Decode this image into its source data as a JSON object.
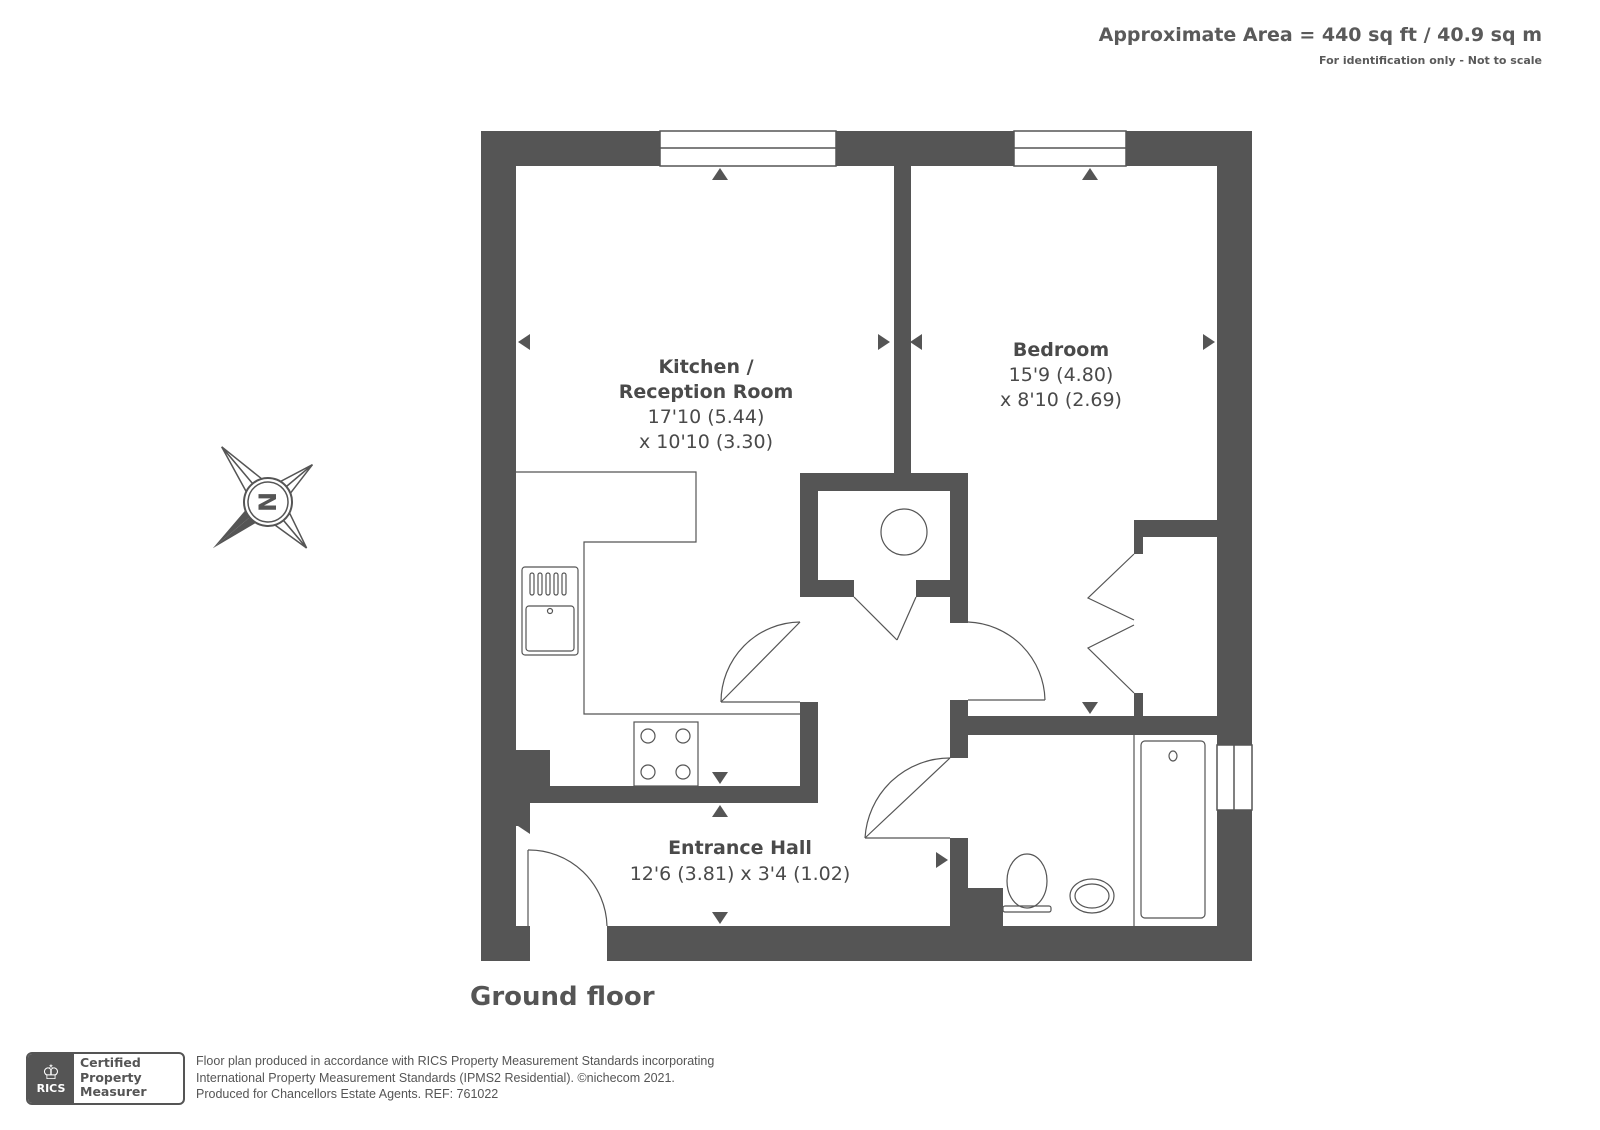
{
  "header": {
    "area": "Approximate Area = 440 sq ft / 40.9 sq m",
    "note": "For identification only - Not to scale"
  },
  "rooms": {
    "kitchen": {
      "name_line1": "Kitchen /",
      "name_line2": "Reception Room",
      "dim_line1": "17'10 (5.44)",
      "dim_line2": "x 10'10 (3.30)"
    },
    "bedroom": {
      "name": "Bedroom",
      "dim_line1": "15'9 (4.80)",
      "dim_line2": "x 8'10 (2.69)"
    },
    "hall": {
      "name": "Entrance Hall",
      "dims": "12'6 (3.81) x 3'4 (1.02)"
    }
  },
  "compass": {
    "letter": "N",
    "icon": "compass-rose-icon"
  },
  "floor": {
    "label": "Ground floor"
  },
  "badge": {
    "logo": "RICS",
    "line1": "Certified",
    "line2": "Property",
    "line3": "Measurer"
  },
  "footer": {
    "line1": "Floor plan produced in accordance with RICS Property Measurement Standards incorporating",
    "line2": "International Property Measurement Standards (IPMS2 Residential).   ©nichecom 2021.",
    "line3": "Produced for Chancellors Estate Agents.   REF:  761022"
  },
  "colors": {
    "wall": "#555555",
    "text": "#4a4a4a",
    "background": "#ffffff"
  }
}
